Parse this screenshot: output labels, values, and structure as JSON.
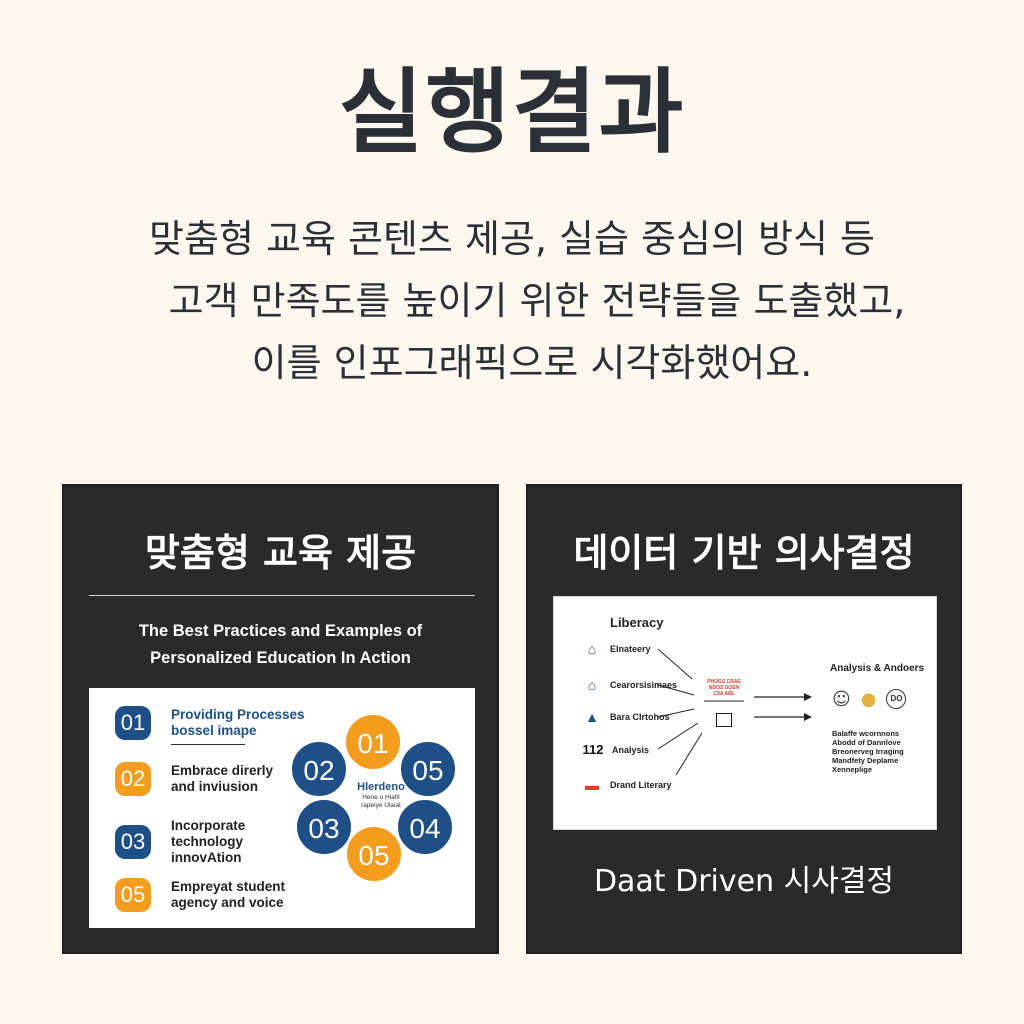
{
  "header": {
    "title": "실행결과",
    "description_lines": [
      "맞춤형 교육 콘텐츠 제공, 실습 중심의 방식 등",
      "고객 만족도를 높이기 위한 전략들을 도출했고,",
      "이를 인포그래픽으로 시각화했어요."
    ]
  },
  "left_card": {
    "title": "맞춤형 교육 제공",
    "subtitle_lines": [
      "The Best Practices and Examples of",
      "Personalized Education In Action"
    ],
    "steps": [
      {
        "num": "01",
        "text": "Providing Processes bossel imape",
        "color": "#1e4f86"
      },
      {
        "num": "02",
        "text": "Embrace direrly and inviusion",
        "color": "#f39c1e"
      },
      {
        "num": "03",
        "text": "Incorporate technology innovAtion",
        "color": "#1e4f86"
      },
      {
        "num": "05",
        "text": "Empreyat student agency and voice",
        "color": "#f39c1e"
      }
    ],
    "cycle": {
      "circles": [
        "01",
        "05",
        "04",
        "05",
        "03",
        "02"
      ],
      "center_main": "Hlerdeno",
      "center_small": "Hene u Hlafit\nrapeiye Ulaiat"
    }
  },
  "right_card": {
    "title": "데이터 기반 의사결정",
    "panel_title": "Liberacy",
    "items": [
      {
        "icon": "school-icon",
        "label": "Elnateery"
      },
      {
        "icon": "building-icon",
        "label": "Cearorsisimaes"
      },
      {
        "icon": "tent-icon",
        "label": "Bara Clrtohos"
      },
      {
        "icon": "number-icon",
        "number": "112",
        "label": "Analysis"
      },
      {
        "icon": "book-icon",
        "label": "Drand Literary"
      }
    ],
    "mid_text": "PHOGS CRAE\nNDOS DOEN\nCVA ABL",
    "analysis_title": "Analysis & Andoers",
    "analysis_icons": [
      "face-icon",
      "lightbulb-icon",
      "badge-icon"
    ],
    "badge_text": "DO",
    "analysis_list": [
      "Balaffe wcornnons",
      "Abodd of Dannlove",
      "Breonerveg Irraging",
      "Mandfety Deplame",
      "Xenneplige"
    ],
    "caption": "Daat Driven 시사결정"
  }
}
